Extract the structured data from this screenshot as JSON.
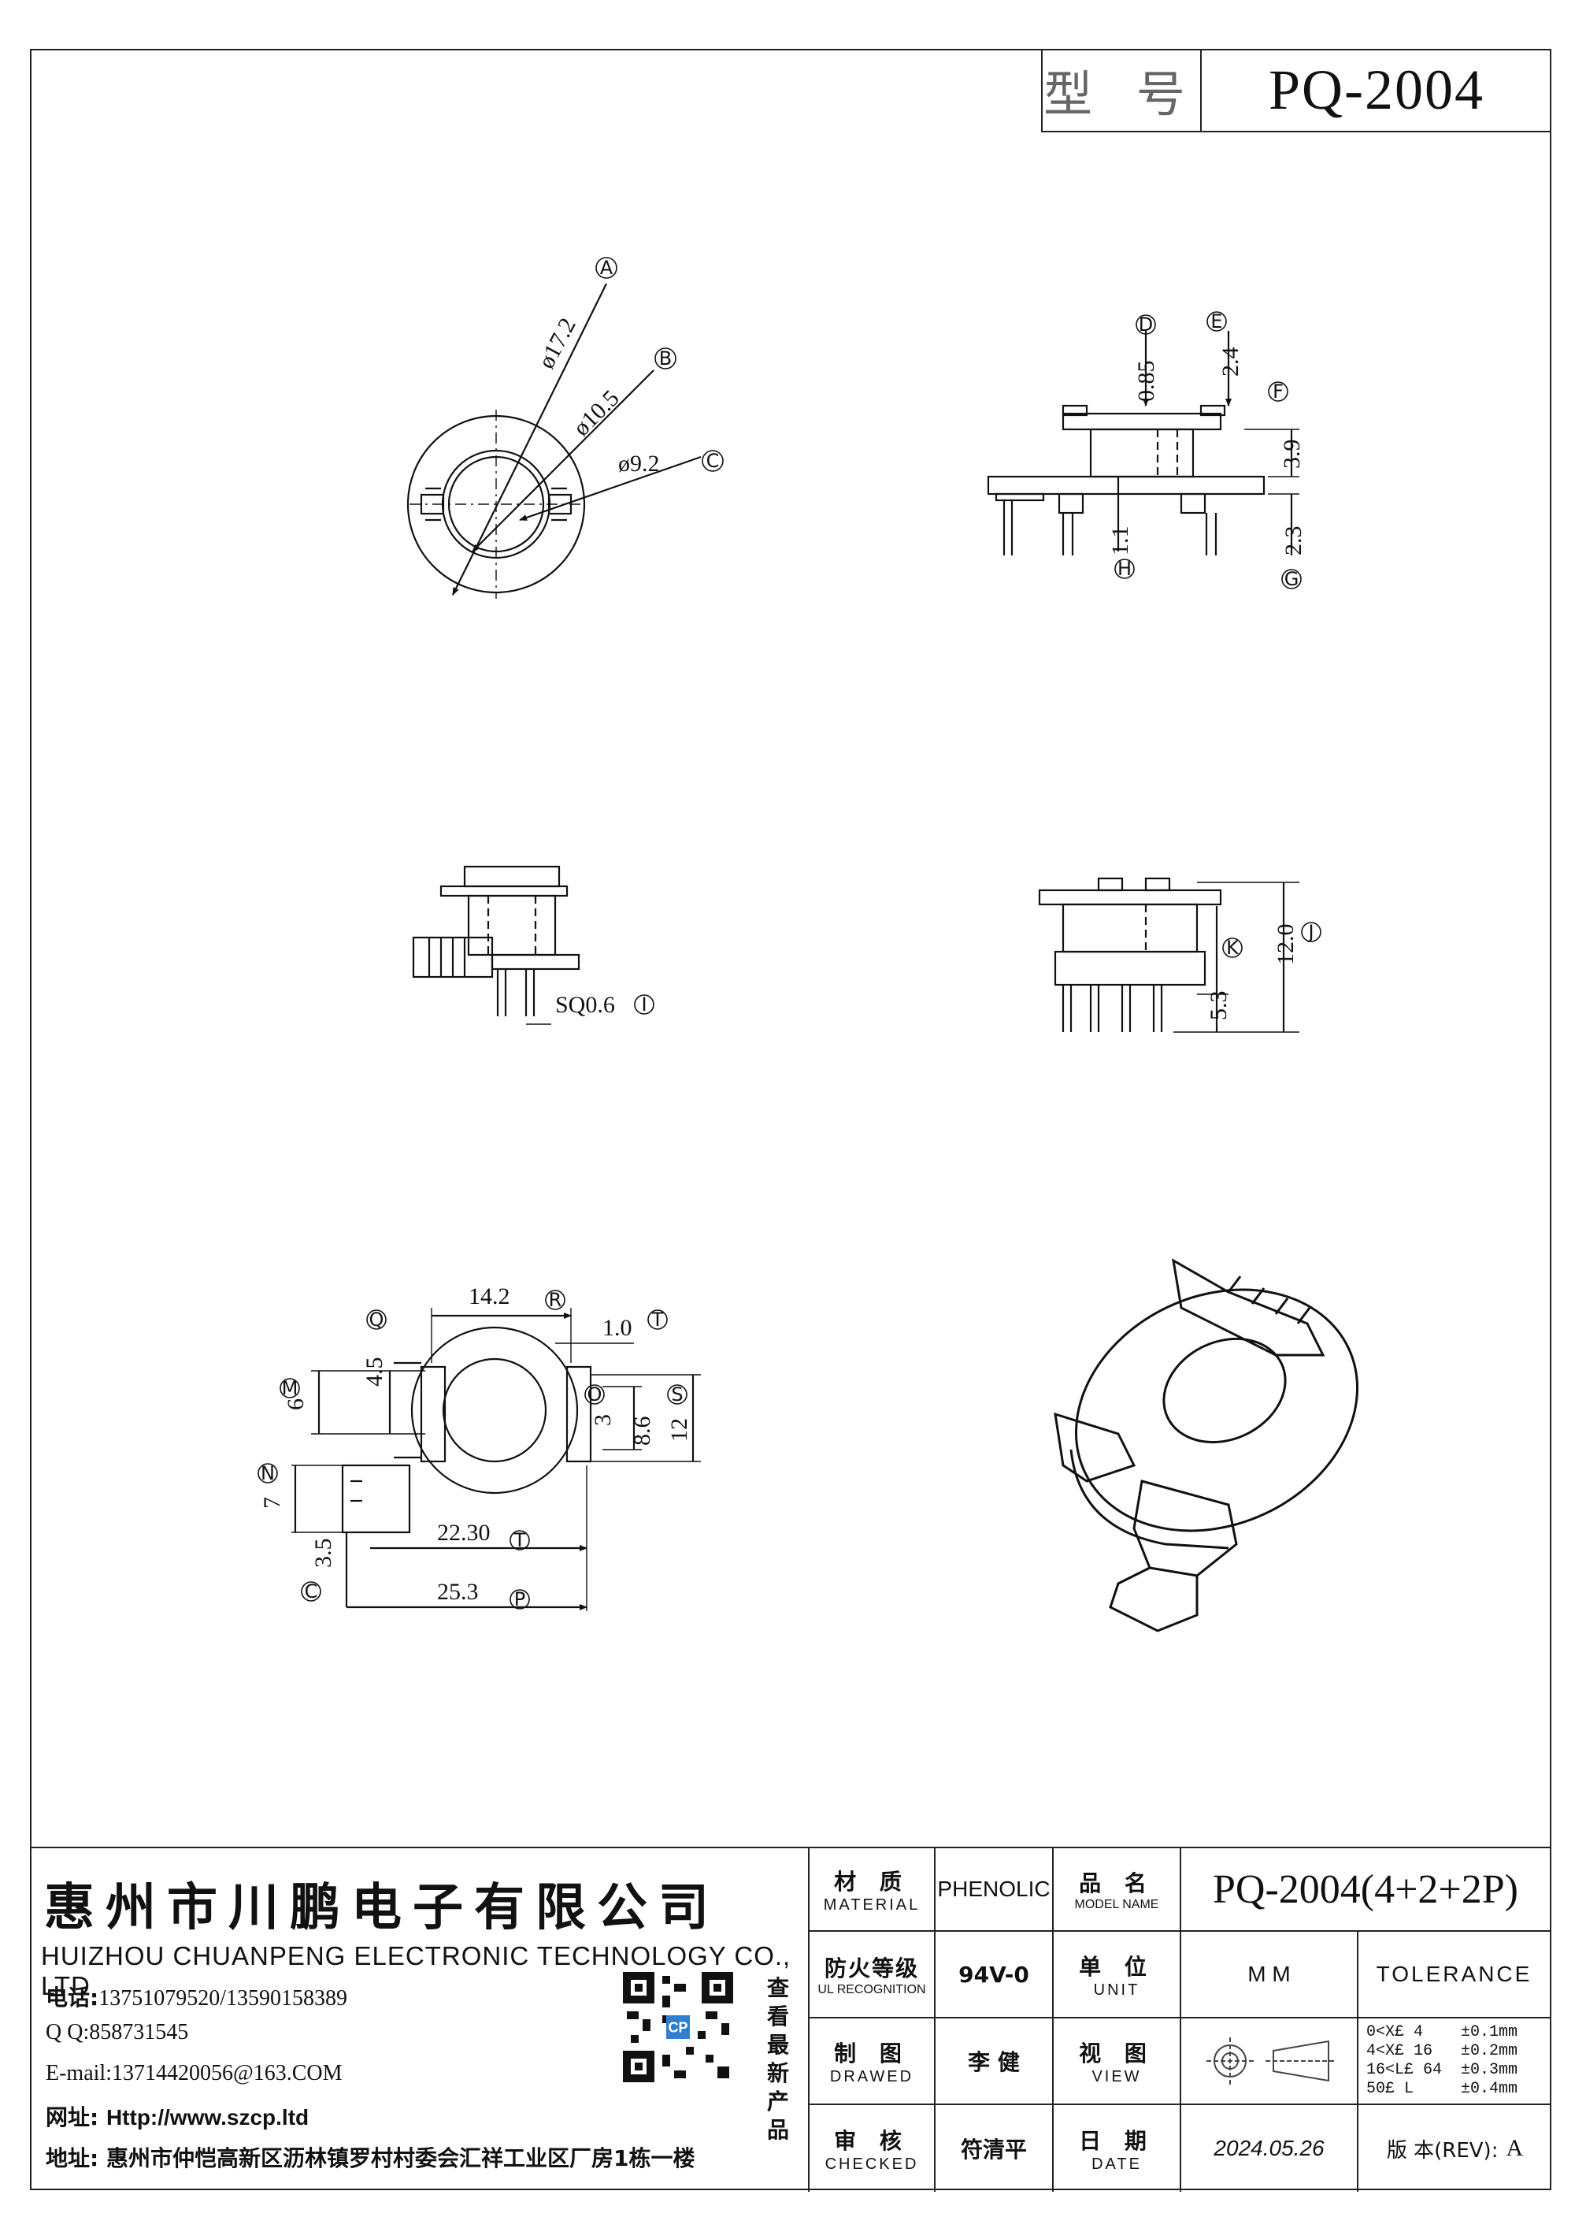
{
  "header": {
    "model_label": "型 号",
    "model_value": "PQ-2004"
  },
  "views": {
    "top_view": {
      "dims": [
        "ø17.2",
        "ø10.5",
        "ø9.2"
      ],
      "callouts": [
        "A",
        "B",
        "C"
      ]
    },
    "side_view": {
      "dims": [
        "0.85",
        "2.4",
        "3.9",
        "1.1",
        "2.3"
      ],
      "callouts": [
        "D",
        "E",
        "F",
        "H",
        "G"
      ]
    },
    "front_view": {
      "dims": [
        "SQ0.6"
      ],
      "callouts": [
        "I"
      ]
    },
    "end_view": {
      "dims": [
        "12.0",
        "5.3"
      ],
      "callouts": [
        "J",
        "K"
      ]
    },
    "bottom_view": {
      "dims": [
        "14.2",
        "1.0",
        "4.5",
        "6",
        "3",
        "8.6",
        "12",
        "7",
        "3.5",
        "22.30",
        "25.3"
      ],
      "callouts": [
        "R",
        "T",
        "Q",
        "M",
        "O",
        "S",
        "N",
        "C",
        "T",
        "P"
      ]
    }
  },
  "title_block": {
    "company_cn": "惠州市川鹏电子有限公司",
    "company_en": "HUIZHOU CHUANPENG ELECTRONIC TECHNOLOGY CO., LTD",
    "phone_label": "电话:",
    "phone": "13751079520/13590158389",
    "qq": "Q Q:858731545",
    "email": "E-mail:13714420056@163.COM",
    "web_label": "网址: ",
    "web": "Http://www.szcp.ltd",
    "address_label": "地址: ",
    "address": "惠州市仲恺高新区沥林镇罗村村委会汇祥工业区厂房1栋一楼",
    "qr_badge": "CP",
    "vertical_text": [
      "查",
      "看",
      "最",
      "新",
      "产",
      "品"
    ],
    "material_cn": "材 质",
    "material_en": "MATERIAL",
    "material_value": "PHENOLIC",
    "model_name_cn": "品 名",
    "model_name_en": "MODEL NAME",
    "model_name_value": "PQ-2004(4+2+2P)",
    "fire_cn": "防火等级",
    "fire_en": "UL RECOGNITION",
    "fire_value": "94V-0",
    "unit_cn": "单 位",
    "unit_en": "UNIT",
    "unit_value": "M M",
    "tolerance_label": "TOLERANCE",
    "drawn_cn": "制 图",
    "drawn_en": "DRAWED",
    "drawn_value": "李 健",
    "view_cn": "视 图",
    "view_en": "VIEW",
    "tolerance_rows": [
      "0<X£ 4    ±0.1mm",
      "4<X£ 16   ±0.2mm",
      "16<L£ 64  ±0.3mm",
      "50£ L     ±0.4mm"
    ],
    "checked_cn": "审 核",
    "checked_en": "CHECKED",
    "checked_value": "符清平",
    "date_cn": "日 期",
    "date_en": "DATE",
    "date_value": "2024.05.26",
    "rev_label": "版 本(REV):",
    "rev_value": "A"
  }
}
